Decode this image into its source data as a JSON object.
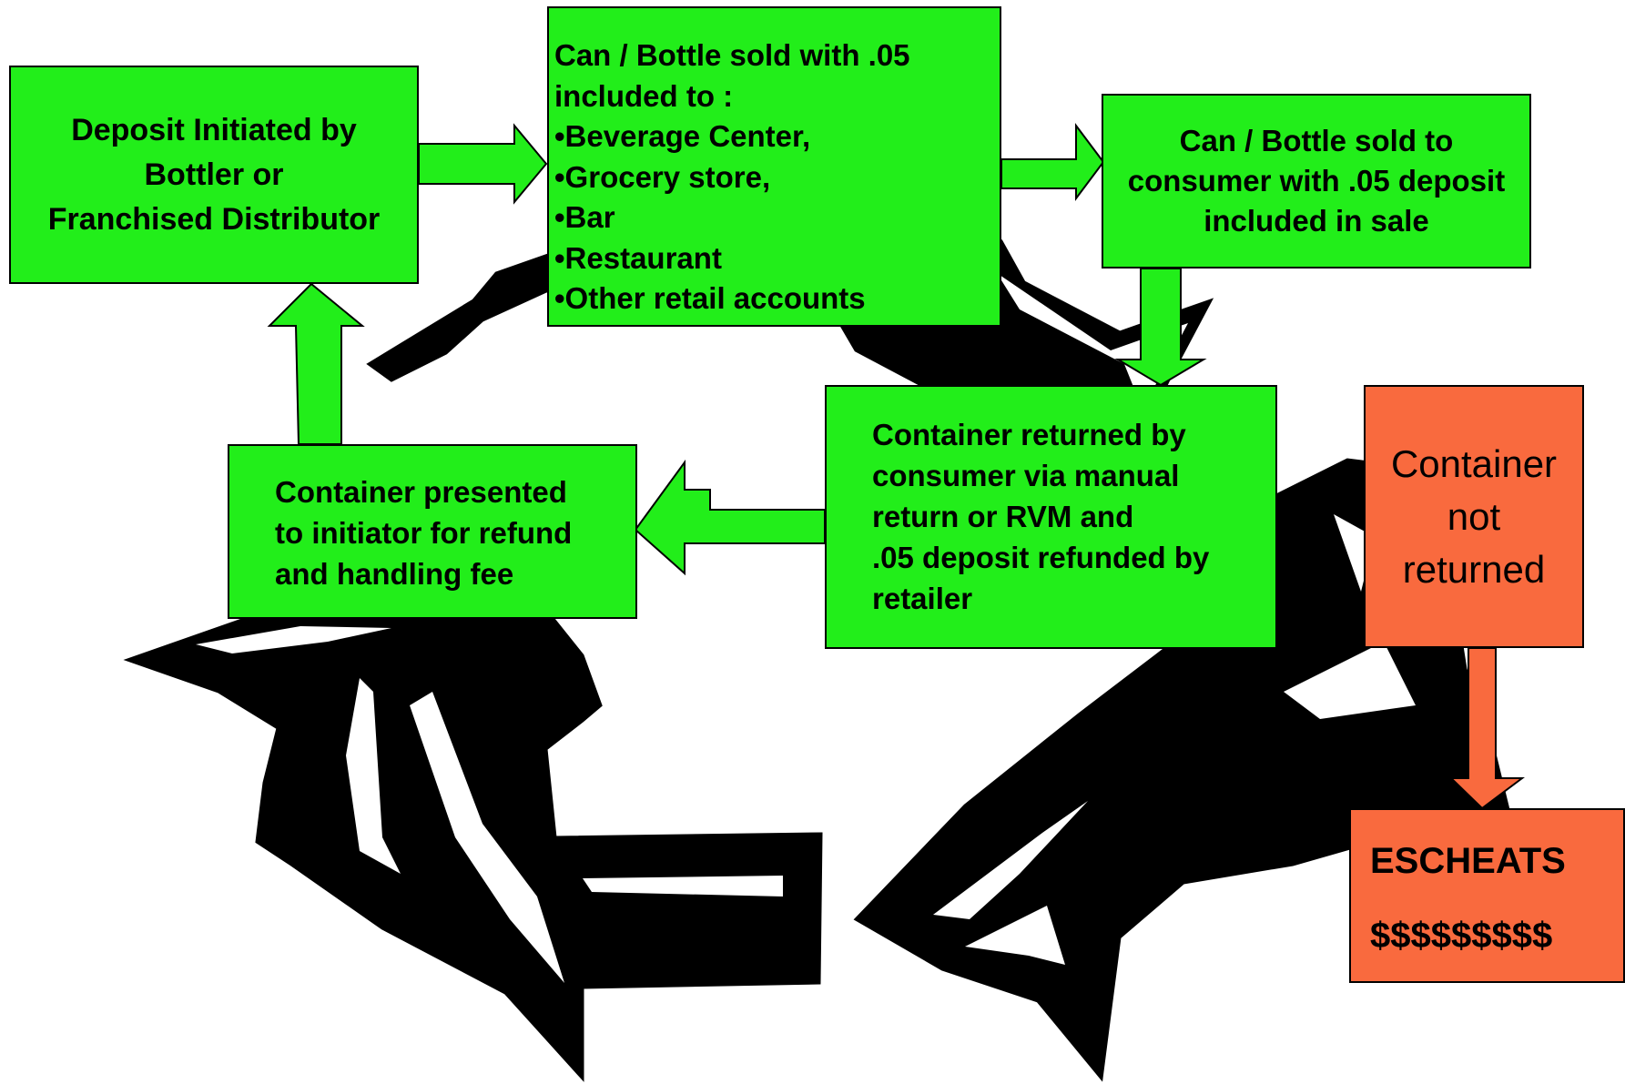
{
  "colors": {
    "box_green": "#22ee1a",
    "box_orange": "#f96a3e",
    "recycle_symbol": "#000000",
    "outline": "#000000"
  },
  "background_icon": "recycle-arrows-icon",
  "boxes": {
    "deposit_initiated": {
      "lines": [
        "Deposit Initiated by",
        "Bottler or",
        "Franchised Distributor"
      ]
    },
    "sold_to_retail": {
      "lines": [
        "Can / Bottle sold with .05",
        "included to :",
        "•Beverage Center,",
        "•Grocery store,",
        "•Bar",
        "•Restaurant",
        "•Other retail accounts"
      ]
    },
    "sold_to_consumer": {
      "lines": [
        "Can / Bottle sold to",
        "consumer with .05 deposit",
        "included in sale"
      ]
    },
    "returned_by_consumer": {
      "lines": [
        "Container returned by",
        "consumer via manual",
        "return or RVM and",
        ".05 deposit refunded by",
        "retailer"
      ]
    },
    "presented_to_initiator": {
      "lines": [
        "Container presented",
        "to initiator for refund",
        "and handling fee"
      ]
    },
    "not_returned": {
      "lines": [
        "Container",
        "not",
        "returned"
      ]
    },
    "escheats": {
      "label": "ESCHEATS",
      "amount": "$$$$$$$$$"
    }
  }
}
